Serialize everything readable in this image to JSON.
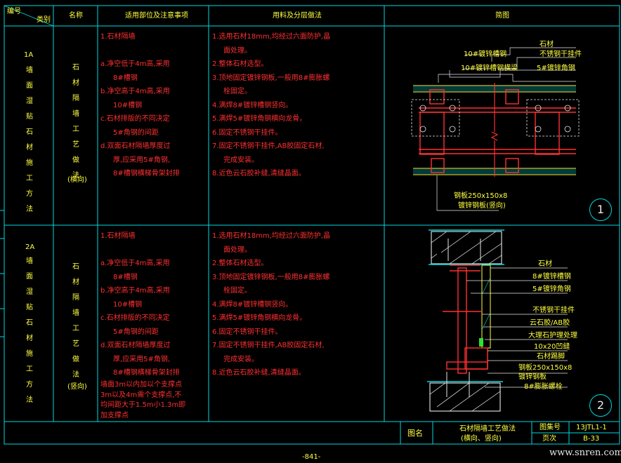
{
  "header": {
    "num_label": "编号",
    "type_label": "类别",
    "name_label": "名称",
    "scope_label": "适用部位及注意事项",
    "method_label": "用料及分层做法",
    "diagram_label": "简图"
  },
  "rows": [
    {
      "code": "1A",
      "category_chars": "墙面湿贴石材施工方法",
      "name_chars": "石材隔墙工艺做法",
      "name_note": "(横向)",
      "scope_lines": [
        "1.石材隔墙",
        "",
        "a.净空低于4m高,采用",
        "8#槽钢",
        "b.净空高于4m高,采用",
        "10#槽钢",
        "c.石材排版的不同决定",
        "5#角钢的间距",
        "d.双面石材隔墙厚度过",
        "厚,应采用5#角钢,",
        "8#槽钢横梯骨架封排"
      ],
      "method_lines": [
        "1.选用石材18mm,均经过六面防护,晶",
        "面处理。",
        "2.整体石材选型。",
        "3.顶地固定镀锌钢板,一般用8#膨胀螺",
        "栓固定。",
        "4.满焊8#镀锌槽钢竖向。",
        "5.满焊5#镀锌角钢横向龙骨。",
        "6.固定不锈钢干挂件。",
        "7.固定不锈钢干挂件,AB胶固定石材,",
        "完成安装。",
        "8.近色云石胶补缝,清缝晶面。"
      ],
      "labels": [
        "石材",
        "不锈钢干挂件",
        "10#镀锌槽钢",
        "5#镀锌角钢",
        "10#镀锌槽钢横梁",
        "钢板250x150x8",
        "镀锌钢板(竖向)"
      ],
      "badge": "1"
    },
    {
      "code": "2A",
      "category_chars": "墙面湿贴石材施工方法",
      "name_chars": "石材隔墙工艺做法",
      "name_note": "(竖向)",
      "scope_lines": [
        "1.石材隔墙",
        "",
        "a.净空低于4m高,采用",
        "8#槽钢",
        "b.净空高于4m高,采用",
        "10#槽钢",
        "c.石材排版的不同决定",
        "5#角钢的间距",
        "d.双面石材隔墙厚度过",
        "厚,应采用5#角钢,",
        "8#槽钢横梯骨架封排",
        "墙面3m以内加以个支撑点",
        "3m以及4m需个支撑点,不",
        "均间距大于1.5m小1.3m即",
        "加支撑点"
      ],
      "method_lines": [
        "1.选用石材18mm,均经过六面防护,晶",
        "面处理。",
        "2.整体石材选型。",
        "3.顶地固定镀锌钢板,一般用8#膨胀螺",
        "栓固定。",
        "4.满焊8#镀锌槽钢竖向。",
        "5.满焊5#镀锌角钢横向龙骨。",
        "6.固定不锈钢干挂件。",
        "7.固定不锈钢干挂件,AB胶固定石材,",
        "完成安装。",
        "8.近色云石胶补缝,清缝晶面。"
      ],
      "labels": [
        "石材",
        "8#镀锌槽钢",
        "5#镀锌角钢",
        "不锈钢干挂件",
        "云石胶/AB胶",
        "大理石护理处理",
        "10x20凹缝",
        "石材踢脚",
        "钢板250x150x8",
        "镀锌钢板",
        "8#膨胀螺栓"
      ],
      "badge": "2"
    }
  ],
  "footer": {
    "title_label": "图名",
    "title_line1": "石材隔墙工艺做法",
    "title_line2": "(横向、竖向)",
    "atlas_label": "图集号",
    "atlas_value": "13JTL1-1",
    "page_label": "页次",
    "page_value": "B-33",
    "sheet": "-841-",
    "watermark": "www.snren.com"
  },
  "colors": {
    "frame": "#00d8e0",
    "text": "#ff3030",
    "label": "#ffff40",
    "steel": "#ff3030",
    "hatch": "#ffffff"
  }
}
